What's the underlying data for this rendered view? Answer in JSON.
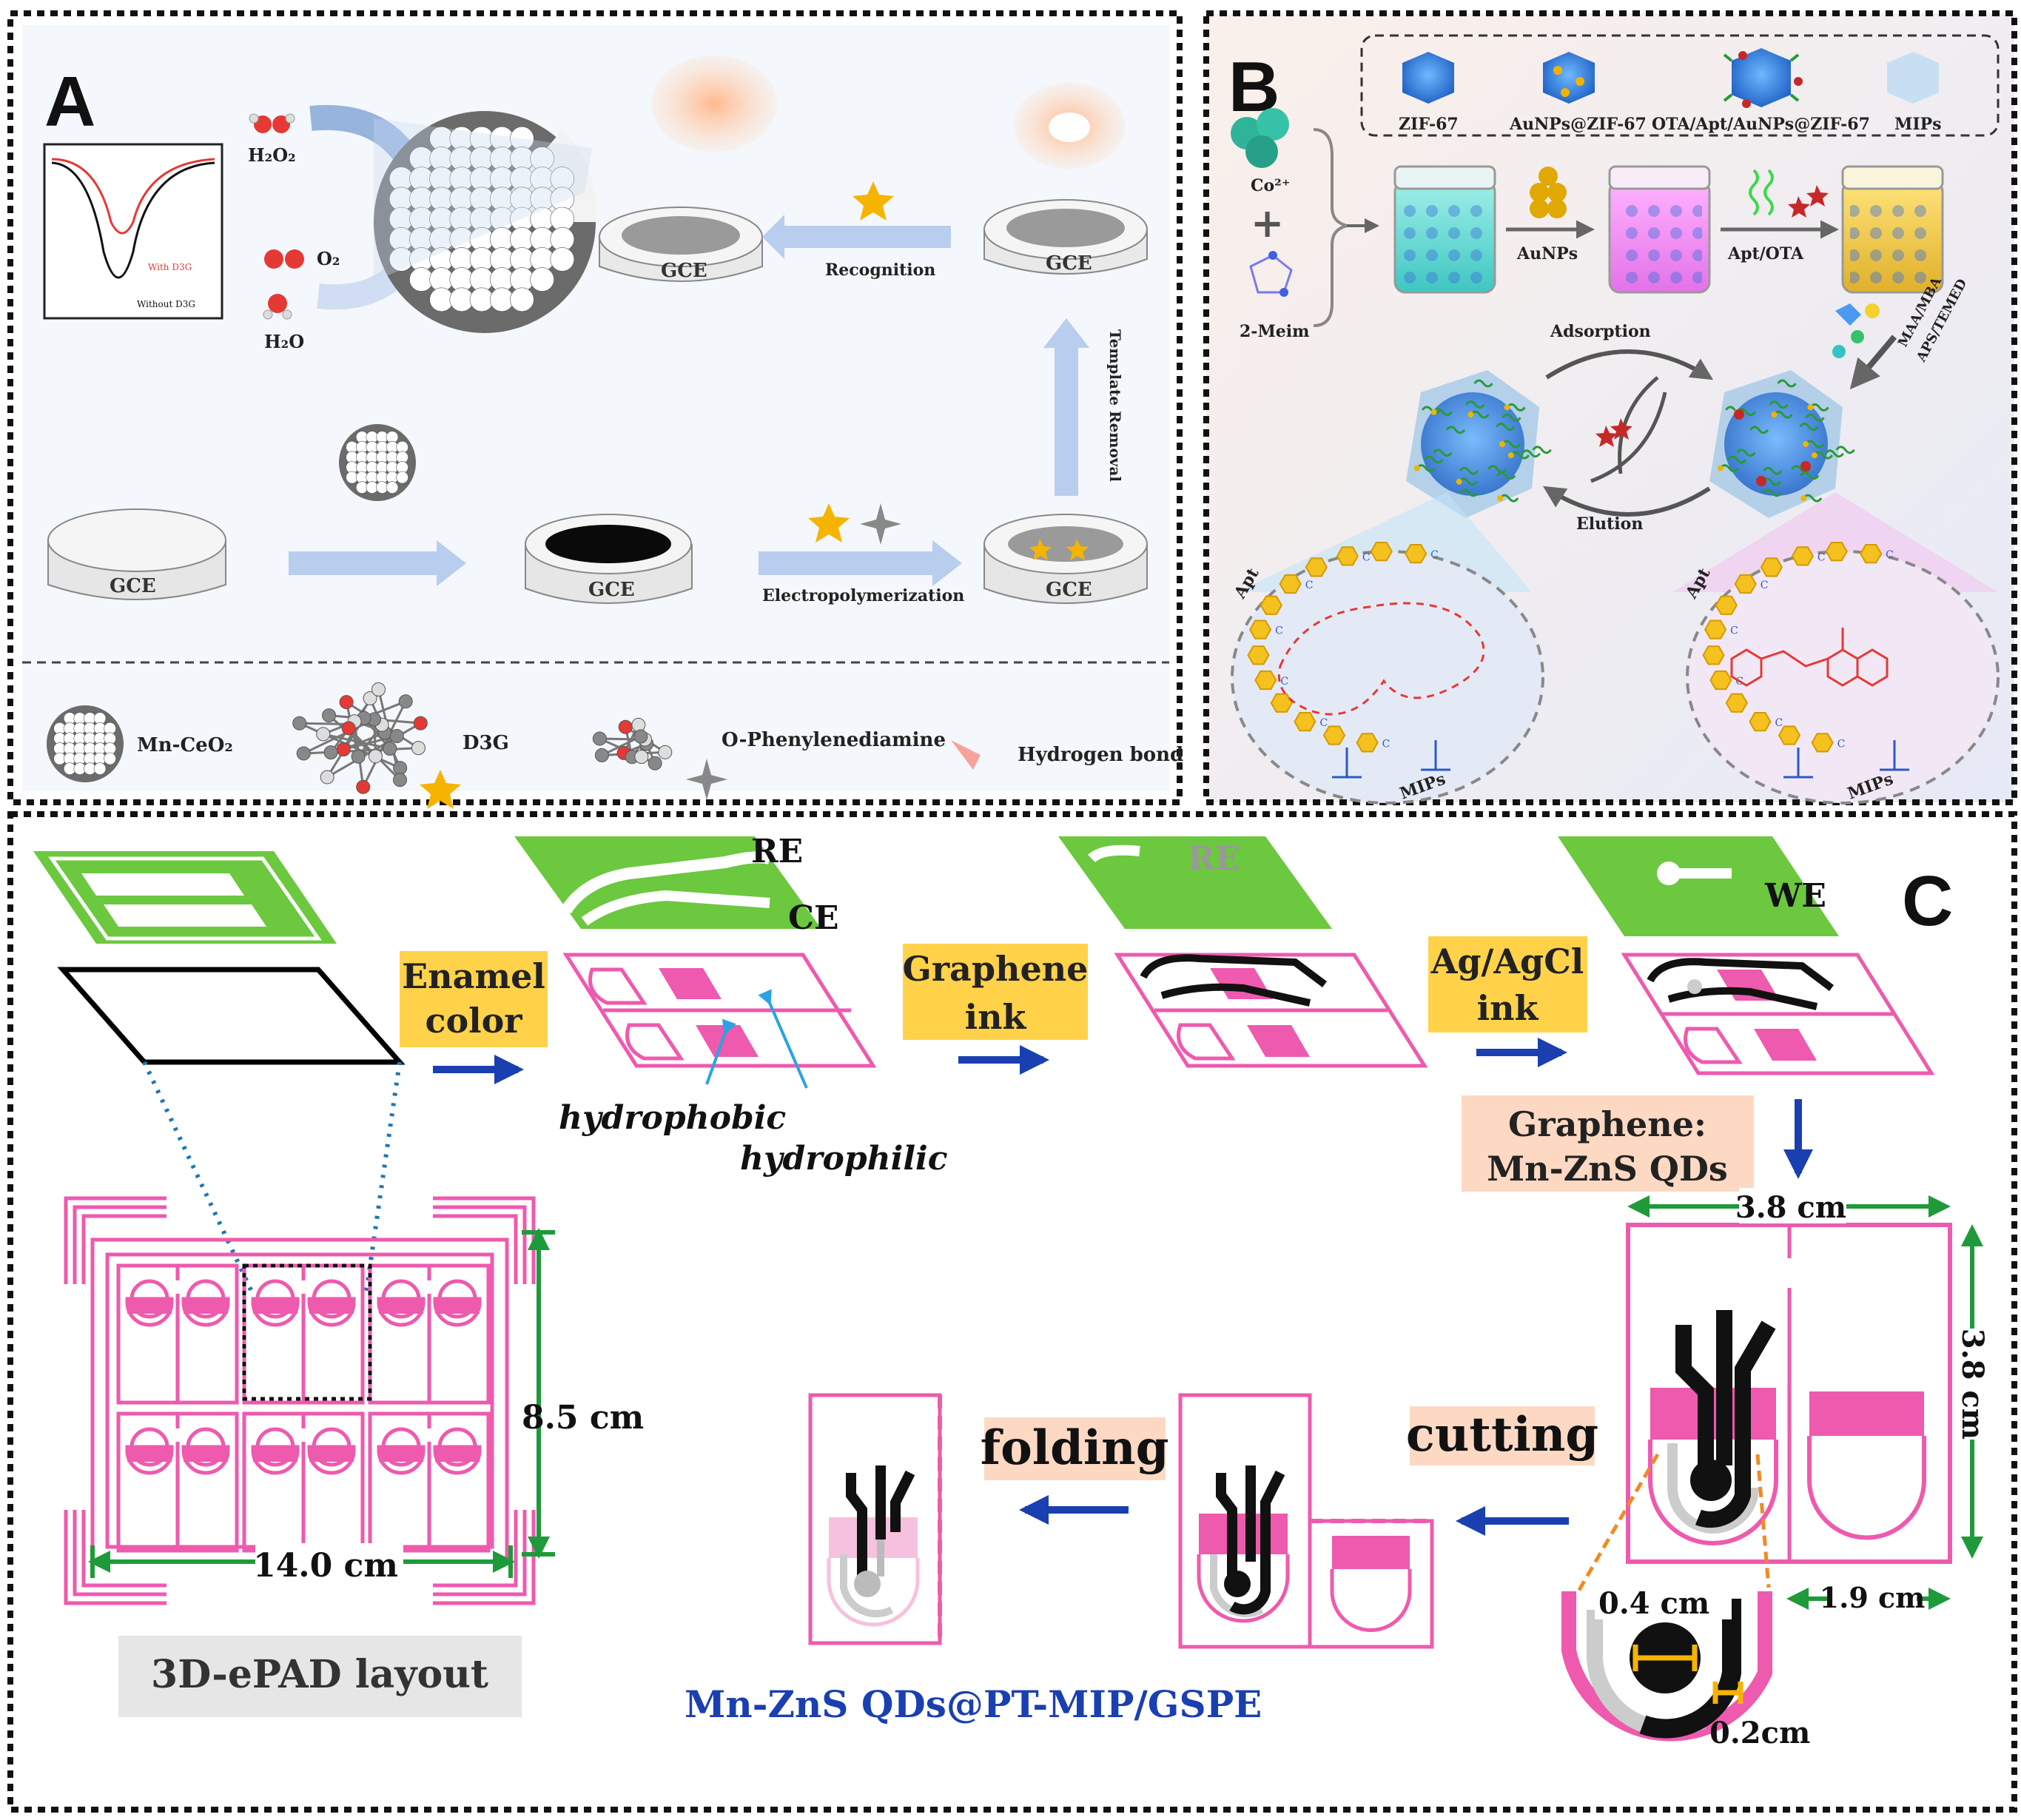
{
  "panel_a": {
    "letter": "A",
    "inset": {
      "with_label": "With D3G",
      "without_label": "Without D3G"
    },
    "molecules": {
      "h2o2": "H₂O₂",
      "o2": "O₂",
      "h2o": "H₂O"
    },
    "electrodes": {
      "gce": "GCE"
    },
    "steps": {
      "recognition": "Recognition",
      "template_removal": "Template Removal",
      "electropolymerization": "Electropolymerization"
    },
    "legend": {
      "mn_ceo2": "Mn-CeO₂",
      "d3g": "D3G",
      "opd": "O-Phenylenediamine",
      "hbond": "Hydrogen bond"
    }
  },
  "panel_b": {
    "letter": "B",
    "legend": [
      "ZIF-67",
      "AuNPs@ZIF-67",
      "OTA/Apt/AuNPs@ZIF-67",
      "MIPs"
    ],
    "reagents": {
      "co": "Co²⁺",
      "plus": "+",
      "meim": "2-Meim"
    },
    "arrows": {
      "aunps": "AuNPs",
      "apt_ota": "Apt/OTA",
      "maa": "MAA/MBA",
      "aps": "APS/TEMED"
    },
    "cycle": {
      "adsorption": "Adsorption",
      "elution": "Elution"
    },
    "zoom": {
      "apt": "Apt",
      "mips": "MIPs"
    }
  },
  "panel_c": {
    "letter": "C",
    "electrode_labels": {
      "re": "RE",
      "ce": "CE",
      "we": "WE"
    },
    "step_labels": {
      "enamel_line1": "Enamel",
      "enamel_line2": "color",
      "graphene_line1": "Graphene",
      "graphene_line2": "ink",
      "ag_line1": "Ag/AgCl",
      "ag_line2": "ink",
      "gqd_line1": "Graphene:",
      "gqd_line2": "Mn-ZnS QDs"
    },
    "annotations": {
      "hydrophobic": "hydrophobic",
      "hydrophilic": "hydrophilic"
    },
    "dimensions": {
      "width_38": "3.8 cm",
      "height_38": "3.8 cm",
      "width_19": "1.9 cm",
      "height_85": "8.5 cm",
      "width_140": "14.0 cm",
      "d04": "0.4 cm",
      "d02": "0.2cm"
    },
    "actions": {
      "folding": "folding",
      "cutting": "cutting"
    },
    "layout_title": "3D-ePAD layout",
    "product": "Mn-ZnS QDs@PT-MIP/GSPE"
  },
  "colors": {
    "pink": "#ee5aae",
    "green": "#6cc83f",
    "navy": "#1a3fb0",
    "highlight_yellow": "#ffd24a",
    "highlight_peach": "#fdd9c4"
  }
}
